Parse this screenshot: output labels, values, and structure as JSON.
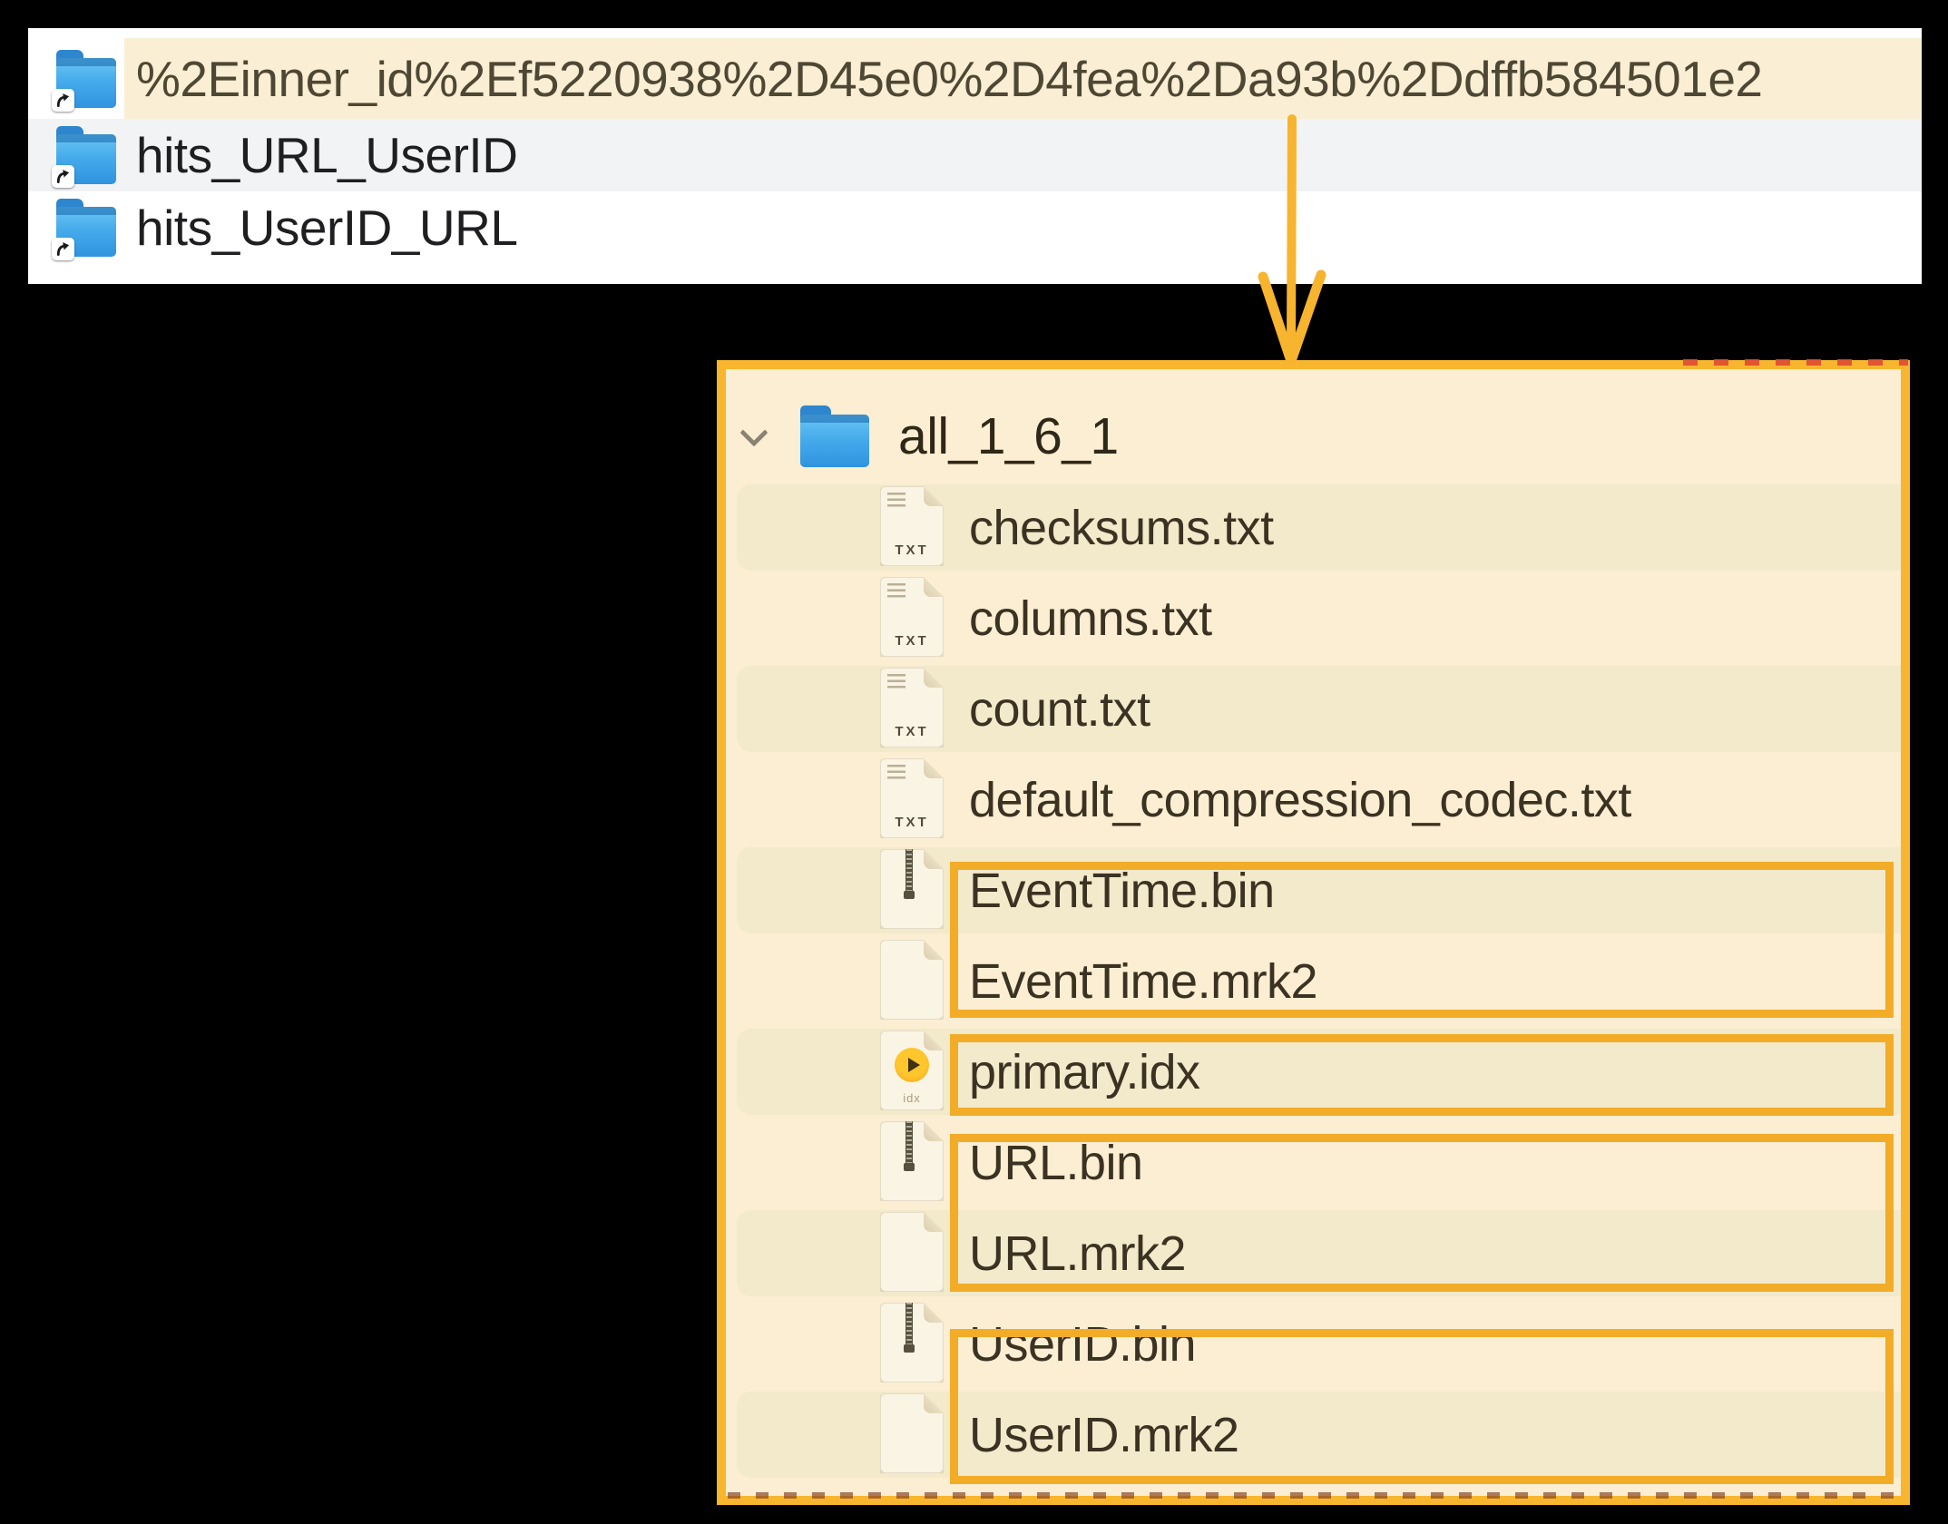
{
  "top_panel": {
    "rows": [
      {
        "name": "%2Einner_id%2Ef5220938%2D45e0%2D4fea%2Da93b%2Ddffb584501e2",
        "highlighted": true
      },
      {
        "name": "hits_URL_UserID",
        "highlighted": false
      },
      {
        "name": "hits_UserID_URL",
        "highlighted": false
      }
    ]
  },
  "detail_panel": {
    "root_folder": "all_1_6_1",
    "txt_badge": "TXT",
    "idx_badge": "idx",
    "files": [
      {
        "label": "checksums.txt",
        "icon": "txt-file-icon",
        "alt": true
      },
      {
        "label": "columns.txt",
        "icon": "txt-file-icon",
        "alt": false
      },
      {
        "label": "count.txt",
        "icon": "txt-file-icon",
        "alt": true
      },
      {
        "label": "default_compression_codec.txt",
        "icon": "txt-file-icon",
        "alt": false
      },
      {
        "label": "EventTime.bin",
        "icon": "bin-file-icon",
        "alt": true,
        "group": "eventtime"
      },
      {
        "label": "EventTime.mrk2",
        "icon": "mrk2-file-icon",
        "alt": false,
        "group": "eventtime"
      },
      {
        "label": "primary.idx",
        "icon": "idx-file-icon",
        "alt": true,
        "group": "primary"
      },
      {
        "label": "URL.bin",
        "icon": "bin-file-icon",
        "alt": false,
        "group": "url"
      },
      {
        "label": "URL.mrk2",
        "icon": "mrk2-file-icon",
        "alt": true,
        "group": "url"
      },
      {
        "label": "UserID.bin",
        "icon": "bin-file-icon",
        "alt": false,
        "group": "userid"
      },
      {
        "label": "UserID.mrk2",
        "icon": "mrk2-file-icon",
        "alt": true,
        "group": "userid"
      }
    ]
  },
  "colors": {
    "accent_orange": "#F8B62E",
    "highlight_box_orange": "#F2AC28",
    "panel_cream": "#FBEED2",
    "row_alt_cream": "#F3E9CB",
    "selected_row_cream": "#FAEFD4",
    "row_gray": "#F1F3F4",
    "folder_blue": "#3FA7E9"
  }
}
